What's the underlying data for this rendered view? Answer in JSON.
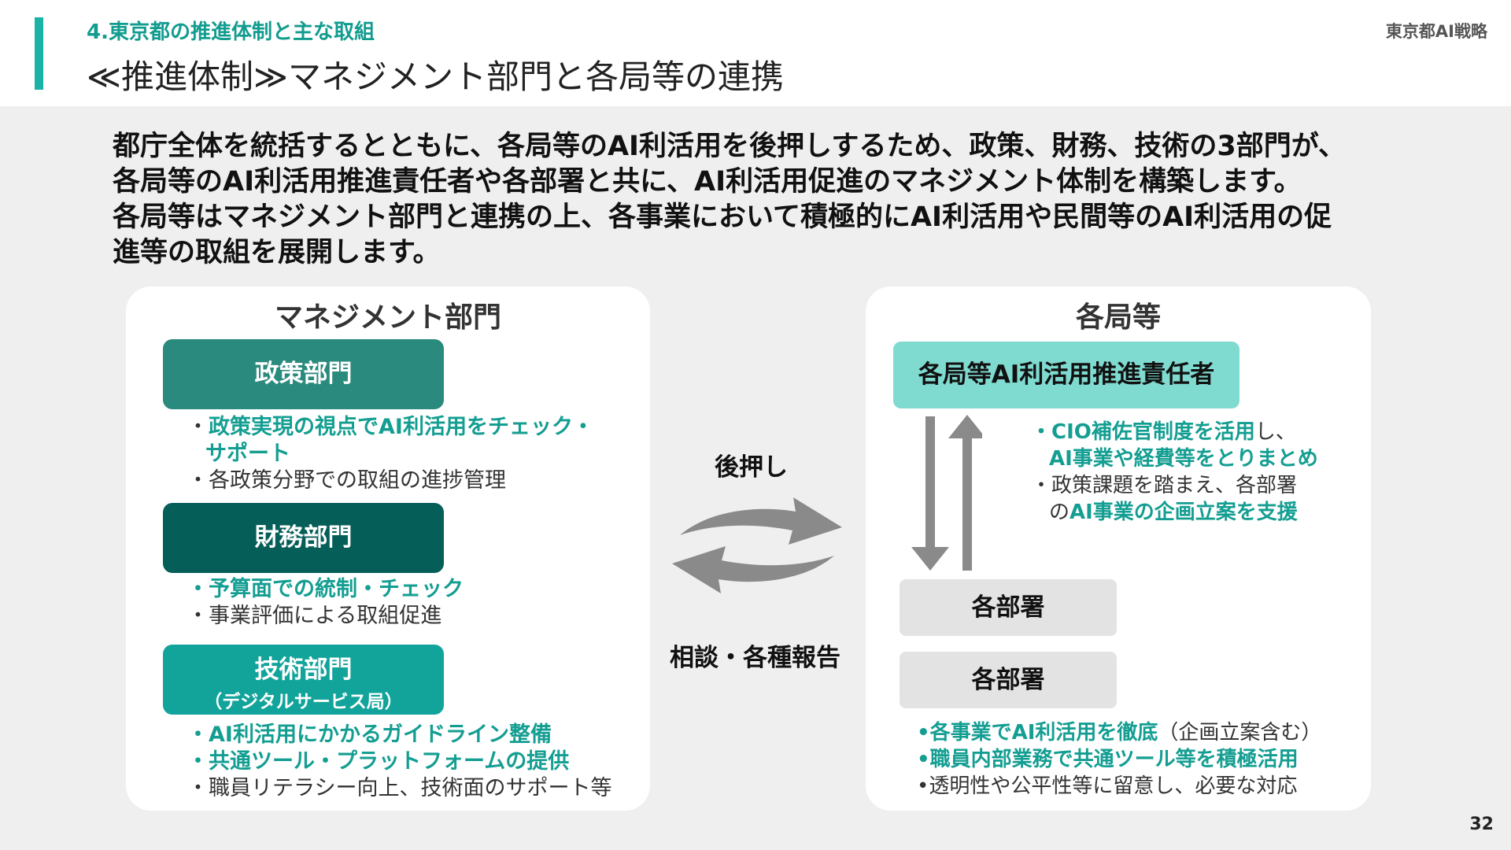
{
  "header": {
    "section": "4.東京都の推進体制と主な取組",
    "title": "≪推進体制≫マネジメント部門と各局等の連携",
    "doc_title": "東京都AI戦略"
  },
  "lead": {
    "line1": "都庁全体を統括するとともに、各局等のAI利活用を後押しするため、政策、財務、技術の3部門が、",
    "line2": "各局等のAI利活用推進責任者や各部署と共に、AI利活用促進のマネジメント体制を構築します。",
    "line3": "各局等はマネジメント部門と連携の上、各事業において積極的にAI利活用や民間等のAI利活用の促",
    "line4": "進等の取組を展開します。"
  },
  "management": {
    "title": "マネジメント部門",
    "policy": {
      "name": "政策部門",
      "items": [
        {
          "bullet": "・",
          "text": "政策実現の視点でAI利活用をチェック・"
        },
        {
          "bullet": "",
          "text": "サポート"
        },
        {
          "bullet": "・",
          "text": "各政策分野での取組の進捗管理"
        }
      ]
    },
    "finance": {
      "name": "財務部門",
      "items": [
        {
          "bullet": "・",
          "text": "予算面での統制・チェック"
        },
        {
          "bullet": "・",
          "text": "事業評価による取組促進"
        }
      ]
    },
    "tech": {
      "name": "技術部門",
      "sub": "（デジタルサービス局）",
      "items": [
        {
          "bullet": "・",
          "text": "AI利活用にかかるガイドライン整備"
        },
        {
          "bullet": "・",
          "text": "共通ツール・プラットフォームの提供"
        },
        {
          "bullet": "・",
          "text": "職員リテラシー向上、技術面のサポート等"
        }
      ]
    }
  },
  "center": {
    "support_label": "後押し",
    "report_label": "相談・各種報告",
    "arrow_color": "#8a8a8a"
  },
  "bureaus": {
    "title": "各局等",
    "responsible": "各局等AI利活用推進責任者",
    "duties": {
      "b1": "・",
      "l1a": "CIO補佐官制度を活用",
      "l1b": "し、",
      "l2": "AI事業や経費等をとりまとめ",
      "b3": "・",
      "l3": "政策課題を踏まえ、各部署",
      "l4a": "の",
      "l4b": "AI事業の企画立案を支援"
    },
    "dept_box_1": "各部署",
    "dept_box_2": "各部署",
    "actions": {
      "l1a": "各事業でAI利活用を徹底",
      "l1b": "（企画立案含む）",
      "l2": "職員内部業務で共通ツール等を積極活用",
      "l3": "透明性や公平性等に留意し、必要な対応",
      "bullet": "•"
    }
  },
  "page_number": "32",
  "colors": {
    "accent": "#1ab3a6",
    "policy": "#2a8a7d",
    "finance": "#055e58",
    "tech": "#12a49b",
    "responsible": "#7fdad0",
    "highlight_text": "#149e92"
  }
}
